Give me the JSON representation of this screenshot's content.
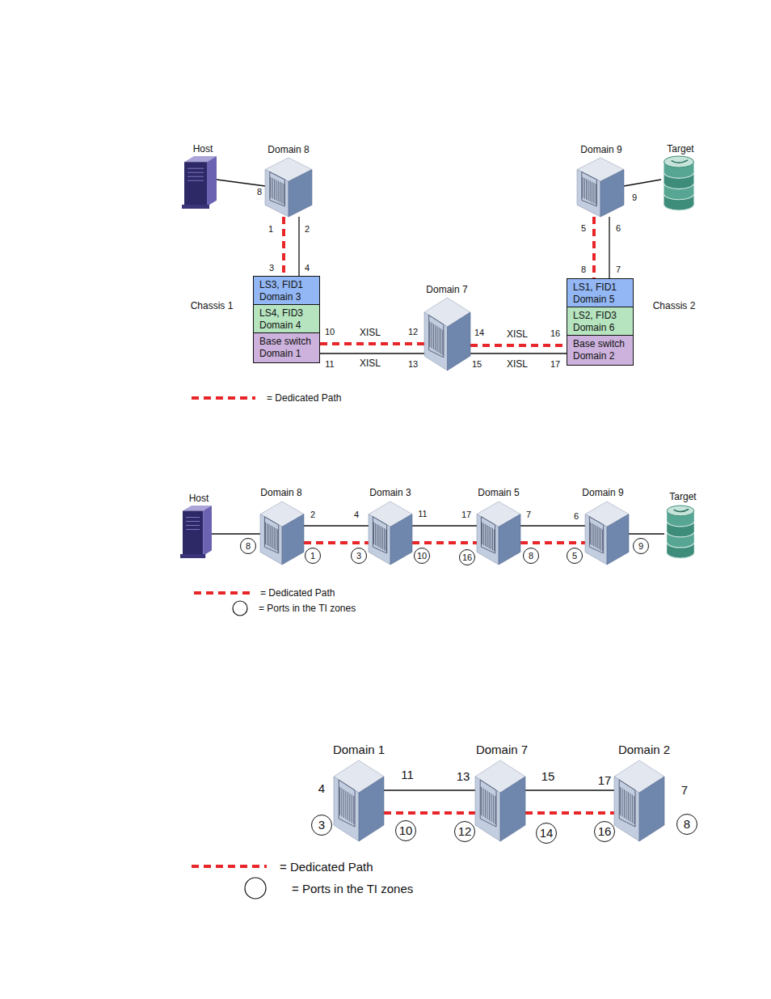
{
  "diagram": {
    "nodes": [
      {
        "text": [
          "Host"
        ]
      },
      {
        "text": [
          "Domain 8"
        ]
      },
      {
        "text": [
          "Domain 9"
        ]
      },
      {
        "text": [
          "Target"
        ]
      },
      {
        "text": [
          "LS3, FID1 Domain 3"
        ]
      },
      {
        "text": [
          "LS4, FID3 Domain 4"
        ]
      },
      {
        "text": [
          "Base switch Domain 1"
        ]
      },
      {
        "text": [
          "Domain 7"
        ]
      },
      {
        "text": [
          "LS1, FID1 Domain 5"
        ]
      },
      {
        "text": [
          "LS2, FID3 Domain 6"
        ]
      },
      {
        "text": [
          "Base switch Domain 2"
        ]
      },
      {
        "text": [
          "Host"
        ]
      },
      {
        "text": [
          "Domain 8"
        ]
      },
      {
        "text": [
          "Domain 3"
        ]
      },
      {
        "text": [
          "Domain 5"
        ]
      },
      {
        "text": [
          "Domain 9"
        ]
      },
      {
        "text": [
          "Target"
        ]
      },
      {
        "text": [
          "Domain 1"
        ]
      },
      {
        "text": [
          "Domain 7"
        ]
      },
      {
        "text": [
          "Domain 2"
        ]
      }
    ],
    "edges": [
      {
        "from": 0,
        "to": 1,
        "arrow": "none"
      },
      {
        "from": 1,
        "to": 4,
        "arrow": "none"
      },
      {
        "from": 1,
        "to": 4,
        "arrow": "none"
      },
      {
        "from": 6,
        "to": 7,
        "arrow": "none",
        "label": "XISL"
      },
      {
        "from": 6,
        "to": 7,
        "arrow": "none",
        "label": "XISL"
      },
      {
        "from": 7,
        "to": 10,
        "arrow": "none",
        "label": "XISL"
      },
      {
        "from": 7,
        "to": 10,
        "arrow": "none",
        "label": "XISL"
      },
      {
        "from": 2,
        "to": 8,
        "arrow": "none"
      },
      {
        "from": 2,
        "to": 8,
        "arrow": "none"
      },
      {
        "from": 2,
        "to": 3,
        "arrow": "none"
      },
      {
        "from": 11,
        "to": 12,
        "arrow": "none"
      },
      {
        "from": 12,
        "to": 13,
        "arrow": "none"
      },
      {
        "from": 12,
        "to": 13,
        "arrow": "none"
      },
      {
        "from": 13,
        "to": 14,
        "arrow": "none"
      },
      {
        "from": 13,
        "to": 14,
        "arrow": "none"
      },
      {
        "from": 14,
        "to": 15,
        "arrow": "none"
      },
      {
        "from": 14,
        "to": 15,
        "arrow": "none"
      },
      {
        "from": 15,
        "to": 16,
        "arrow": "none"
      },
      {
        "from": 17,
        "to": 18,
        "arrow": "none"
      },
      {
        "from": 17,
        "to": 18,
        "arrow": "none"
      },
      {
        "from": 18,
        "to": 19,
        "arrow": "none"
      },
      {
        "from": 18,
        "to": 19,
        "arrow": "none"
      }
    ],
    "labels": [
      "Chassis 1",
      "Chassis 2",
      "8",
      "1",
      "2",
      "3",
      "4",
      "10",
      "11",
      "12",
      "13",
      "14",
      "15",
      "16",
      "17",
      "5",
      "6",
      "8",
      "7",
      "9",
      "2",
      "4",
      "11",
      "17",
      "7",
      "6",
      "8",
      "1",
      "3",
      "10",
      "16",
      "8",
      "5",
      "9",
      "4",
      "11",
      "13",
      "15",
      "17",
      "7",
      "3",
      "10",
      "12",
      "14",
      "16",
      "8"
    ],
    "legend": [
      {
        "text": "= Dedicated Path"
      },
      {
        "text": "= Dedicated Path"
      },
      {
        "text": "= Ports in the TI zones"
      },
      {
        "text": "= Dedicated Path"
      },
      {
        "text": "= Ports in the TI zones"
      }
    ]
  }
}
